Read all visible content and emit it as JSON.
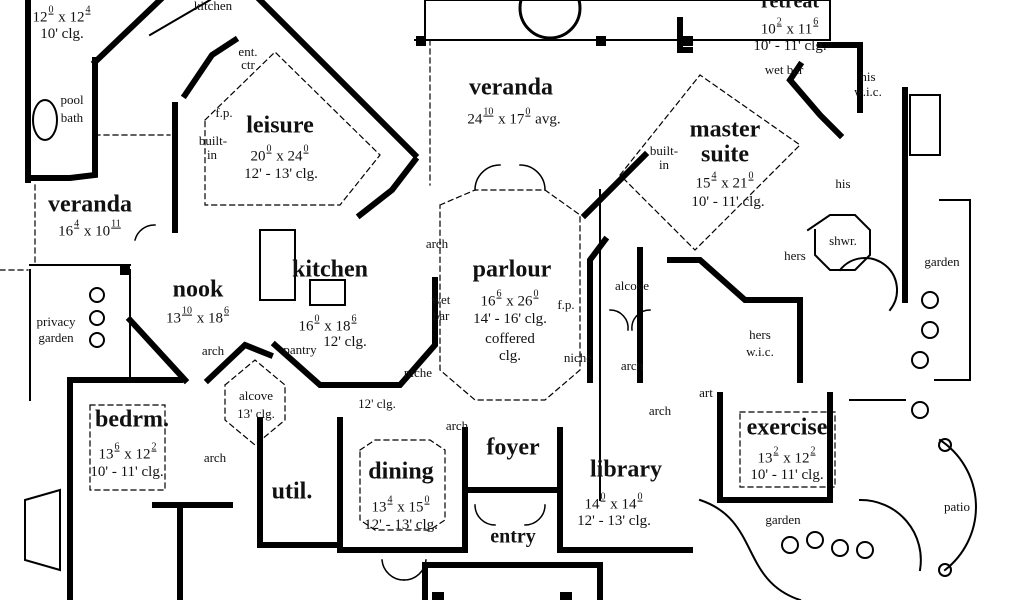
{
  "rooms": {
    "top_left": {
      "dims": [
        "12",
        "0",
        "12",
        "4"
      ],
      "ceiling": "10' clg."
    },
    "kitchen_top": {
      "label": "kitchen"
    },
    "ent_ctr": {
      "l1": "ent.",
      "l2": "ctr"
    },
    "pool_bath": {
      "l1": "pool",
      "l2": "bath"
    },
    "leisure_fp": {
      "label": "f.p."
    },
    "leisure": {
      "name": "leisure",
      "dims": [
        "20",
        "0",
        "24",
        "0"
      ],
      "ceiling": "12' - 13' clg."
    },
    "leisure_builtin": {
      "l1": "built-",
      "l2": "in"
    },
    "veranda_top": {
      "name": "veranda",
      "dims": [
        "24",
        "10",
        "17",
        "0"
      ],
      "suffix": "avg."
    },
    "retreat": {
      "name": "retreat",
      "dims": [
        "10",
        "2",
        "11",
        "6"
      ],
      "ceiling": "10' - 11' clg."
    },
    "retreat_wetbar": {
      "label": "wet bar"
    },
    "his_wic": {
      "l1": "his",
      "l2": "w.i.c."
    },
    "master_suite": {
      "l1": "master",
      "l2": "suite",
      "dims": [
        "15",
        "4",
        "21",
        "0"
      ],
      "ceiling": "10' - 11' clg."
    },
    "master_builtin": {
      "l1": "built-",
      "l2": "in"
    },
    "his": {
      "label": "his"
    },
    "hers": {
      "label": "hers"
    },
    "shower": {
      "label": "shwr."
    },
    "garden_right": {
      "label": "garden"
    },
    "veranda_left": {
      "name": "veranda",
      "dims": [
        "16",
        "4",
        "10",
        "11"
      ]
    },
    "nook": {
      "name": "nook",
      "dims": [
        "13",
        "10",
        "18",
        "6"
      ]
    },
    "kitchen": {
      "name": "kitchen",
      "dims": [
        "16",
        "0",
        "18",
        "6"
      ],
      "ceiling": "12' clg."
    },
    "parlour": {
      "name": "parlour",
      "dims": [
        "16",
        "6",
        "26",
        "0"
      ],
      "ceiling": "14' - 16' clg.",
      "c1": "coffered",
      "c2": "clg."
    },
    "parlour_wetbar": {
      "l1": "wet",
      "l2": "bar"
    },
    "parlour_fp": {
      "label": "f.p."
    },
    "alcove_right": {
      "label": "alcove"
    },
    "hers_wic": {
      "l1": "hers",
      "l2": "w.i.c."
    },
    "privacy_garden": {
      "l1": "privacy",
      "l2": "garden"
    },
    "pantry": {
      "label": "pantry"
    },
    "niche_left": {
      "label": "niche"
    },
    "niche_right": {
      "label": "niche"
    },
    "art": {
      "label": "art"
    },
    "alcove_center": {
      "l1": "alcove",
      "l2": "13' clg."
    },
    "hall_ceiling": {
      "label": "12' clg."
    },
    "bedroom": {
      "name": "bedrm.",
      "dims": [
        "13",
        "6",
        "12",
        "2"
      ],
      "ceiling": "10' - 11' clg."
    },
    "foyer": {
      "name": "foyer"
    },
    "dining": {
      "name": "dining",
      "dims": [
        "13",
        "4",
        "15",
        "0"
      ],
      "ceiling": "12' - 13' clg."
    },
    "library": {
      "name": "library",
      "dims": [
        "14",
        "0",
        "14",
        "0"
      ],
      "ceiling": "12' - 13' clg."
    },
    "utility": {
      "name": "util."
    },
    "entry": {
      "name": "entry"
    },
    "exercise": {
      "name": "exercise",
      "dims": [
        "13",
        "2",
        "12",
        "2"
      ],
      "ceiling": "10' - 11' clg."
    },
    "garden_bottom": {
      "label": "garden"
    },
    "patio": {
      "label": "patio"
    }
  },
  "arches": [
    "arch",
    "arch",
    "arch",
    "arch",
    "arch",
    "arch"
  ]
}
